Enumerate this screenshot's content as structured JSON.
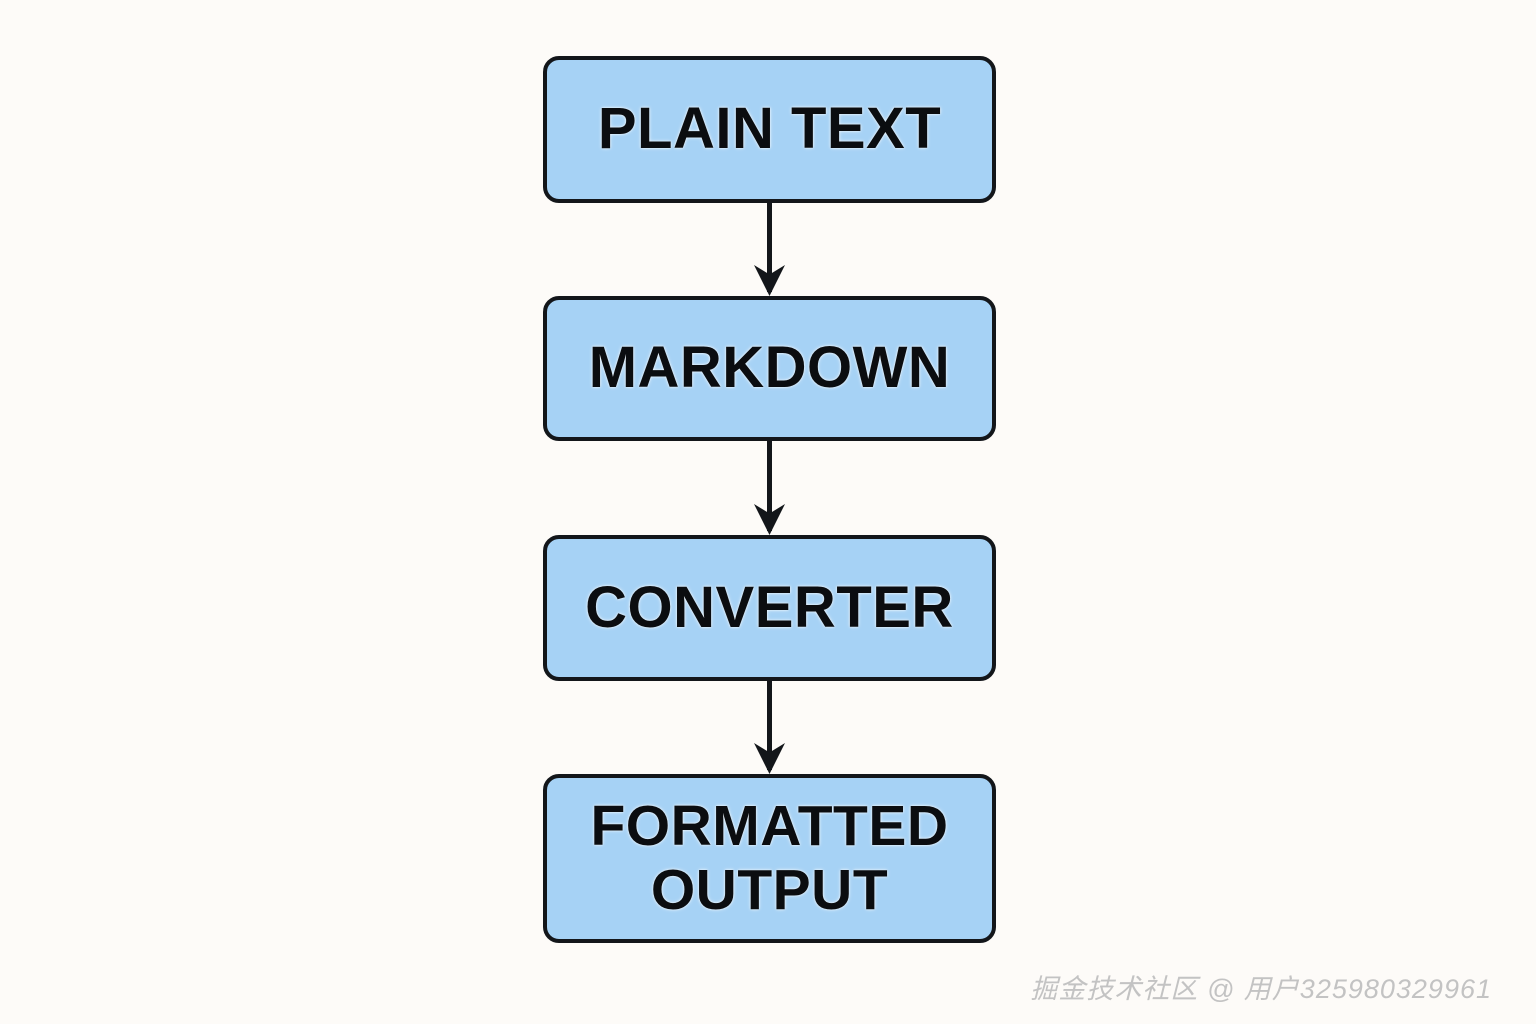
{
  "diagram": {
    "type": "flowchart",
    "orientation": "vertical-top-down",
    "background_color": "#fdfbf8",
    "node_fill_color": "#a6d2f5",
    "node_border_color": "#13161a",
    "arrow_color": "#13161a",
    "text_color": "#0b0d10",
    "nodes": [
      {
        "id": "plain-text",
        "label": "PLAIN TEXT"
      },
      {
        "id": "markdown",
        "label": "MARKDOWN"
      },
      {
        "id": "converter",
        "label": "CONVERTER"
      },
      {
        "id": "output",
        "label": "FORMATTED\nOUTPUT"
      }
    ],
    "edges": [
      {
        "id": "edge-1",
        "from": "plain-text",
        "to": "markdown",
        "arrowhead": "solid-triangle"
      },
      {
        "id": "edge-2",
        "from": "markdown",
        "to": "converter",
        "arrowhead": "solid-triangle"
      },
      {
        "id": "edge-3",
        "from": "converter",
        "to": "output",
        "arrowhead": "solid-triangle"
      }
    ]
  },
  "watermark": {
    "text": "掘金技术社区 @ 用户325980329961",
    "color": "#c3c3c3"
  }
}
